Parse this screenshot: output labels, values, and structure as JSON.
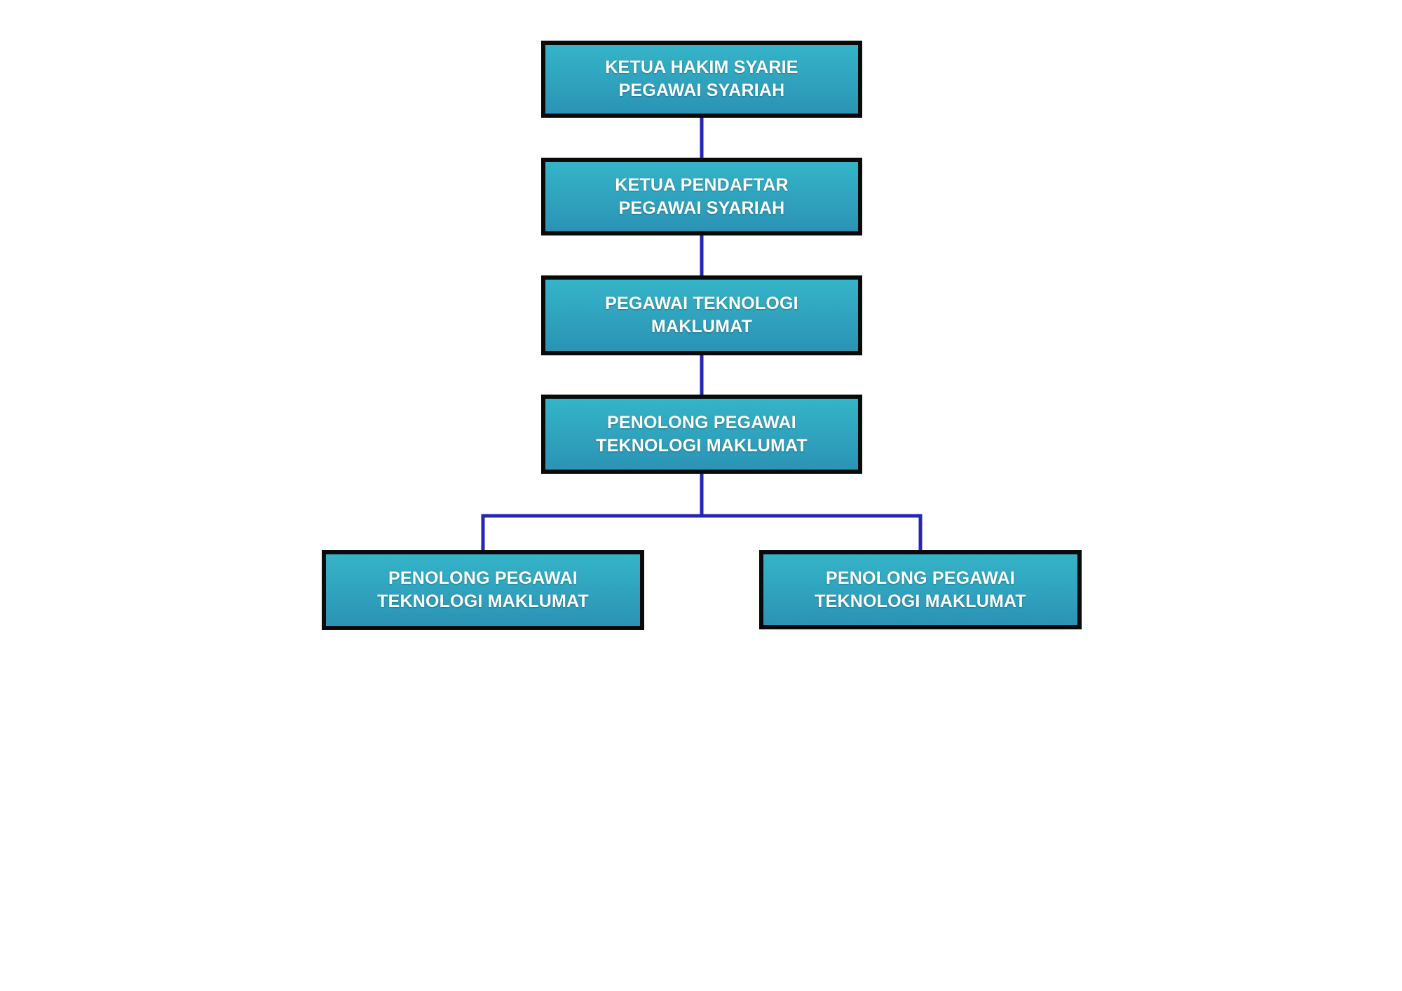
{
  "chart": {
    "type": "org-chart",
    "theme": {
      "background-color": "#ffffff",
      "node-border-color": "#0a0a0a",
      "node-gradient-top": "#35b4c8",
      "node-gradient-bottom": "#2b93b5",
      "node-text-color": "#ffffff",
      "connector-color": "#2526b4"
    },
    "nodes": [
      {
        "id": "ketua-hakim-syarie",
        "line1": "KETUA HAKIM SYARIE",
        "line2": "PEGAWAI SYARIAH",
        "parent": null
      },
      {
        "id": "ketua-pendaftar",
        "line1": "KETUA PENDAFTAR",
        "line2": "PEGAWAI SYARIAH",
        "parent": "ketua-hakim-syarie"
      },
      {
        "id": "pegawai-teknologi-maklumat",
        "line1": "PEGAWAI TEKNOLOGI",
        "line2": "MAKLUMAT",
        "parent": "ketua-pendaftar"
      },
      {
        "id": "penolong-pegawai-ti",
        "line1": "PENOLONG PEGAWAI",
        "line2": "TEKNOLOGI MAKLUMAT",
        "parent": "pegawai-teknologi-maklumat"
      },
      {
        "id": "penolong-pegawai-ti-left",
        "line1": "PENOLONG PEGAWAI",
        "line2": "TEKNOLOGI MAKLUMAT",
        "parent": "penolong-pegawai-ti"
      },
      {
        "id": "penolong-pegawai-ti-right",
        "line1": "PENOLONG PEGAWAI",
        "line2": "TEKNOLOGI MAKLUMAT",
        "parent": "penolong-pegawai-ti"
      }
    ]
  }
}
